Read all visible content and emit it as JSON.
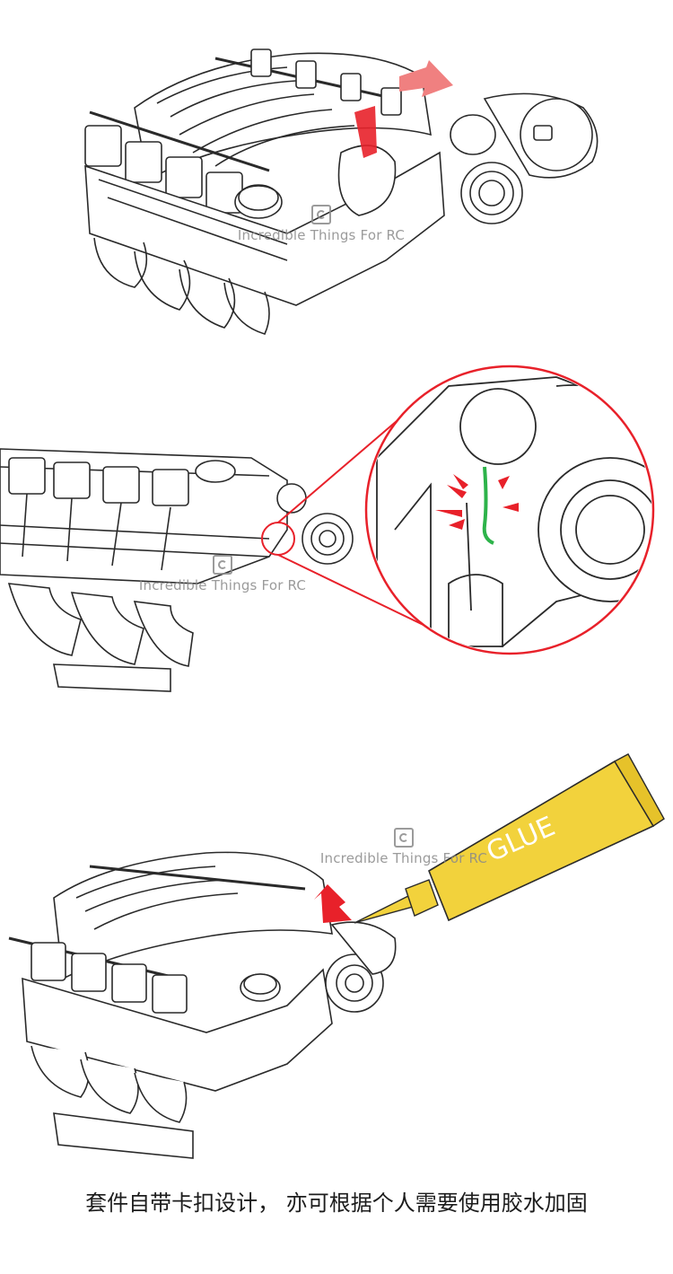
{
  "watermark": {
    "text": "Incredible Things For RC",
    "icon": "brand-logo-icon",
    "color": "#8a8a8a"
  },
  "glue_tube": {
    "label": "GLUE",
    "color": "#f2d23c"
  },
  "caption": {
    "text": "套件自带卡扣设计，  亦可根据个人需要使用胶水加固"
  },
  "colors": {
    "arrow_red": "#e8212a",
    "arrow_pink": "#f08080",
    "clip_green": "#2db34a",
    "line": "#2a2a2a"
  },
  "icons": [
    "engine-illustration",
    "turbo-illustration",
    "insert-arrow-icon",
    "magnifier-circle",
    "clip-highlight",
    "glue-tube-icon",
    "apply-arrow-icon"
  ]
}
